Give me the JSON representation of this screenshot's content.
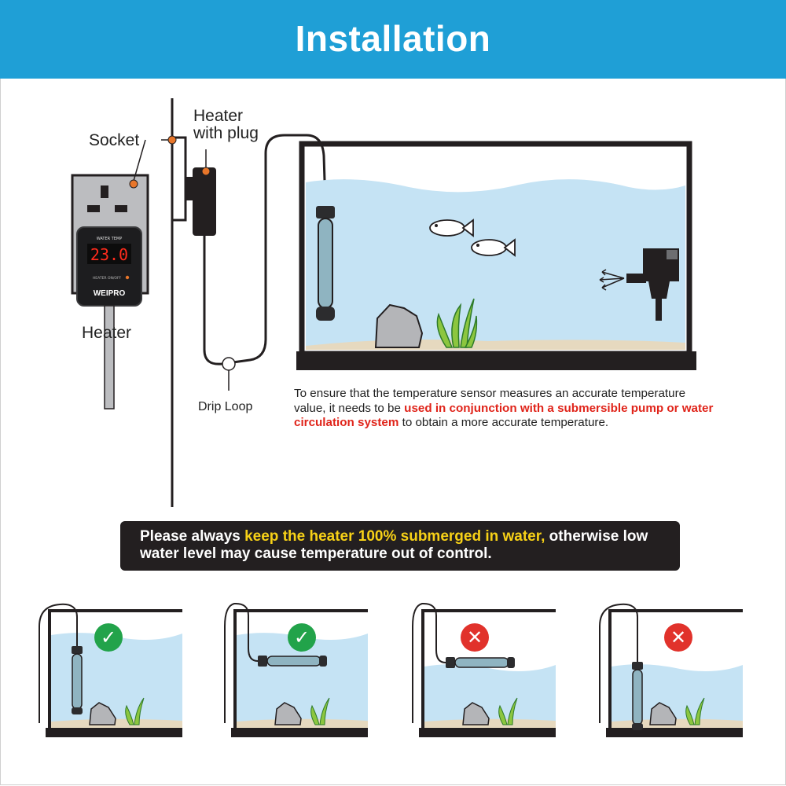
{
  "title": "Installation",
  "labels": {
    "socket": "Socket",
    "heater_with_plug_line1": "Heater",
    "heater_with_plug_line2": "with plug",
    "heater": "Heater",
    "drip_loop": "Drip Loop"
  },
  "controller": {
    "display": "23.0",
    "brand": "WEIPRO",
    "header_text": "WATER TEMP",
    "indicator_text": "HEATER ON/OFF"
  },
  "note": {
    "part1": "To ensure that the temperature sensor measures an accurate temperature value, it needs to be ",
    "highlight": "used in conjunction with a submersible pump or water circulation system",
    "part2": " to obtain a more accurate temperature."
  },
  "warning": {
    "part1": "Please always ",
    "highlight": "keep the heater 100% submerged in water,",
    "part2": " otherwise low water level may cause temperature out of control."
  },
  "examples": [
    {
      "status": "correct",
      "orientation": "vertical",
      "water": "full"
    },
    {
      "status": "correct",
      "orientation": "horizontal",
      "water": "full"
    },
    {
      "status": "incorrect",
      "orientation": "horizontal",
      "water": "low"
    },
    {
      "status": "incorrect",
      "orientation": "vertical",
      "water": "low"
    }
  ],
  "colors": {
    "banner": "#1f9fd6",
    "water": "#c5e3f4",
    "sand": "#e6d9bf",
    "tank_frame": "#231f20",
    "correct": "#22a34a",
    "incorrect": "#e1322b",
    "highlight_red": "#e0241a",
    "highlight_yellow": "#f7d117",
    "marker": "#e8762a"
  }
}
